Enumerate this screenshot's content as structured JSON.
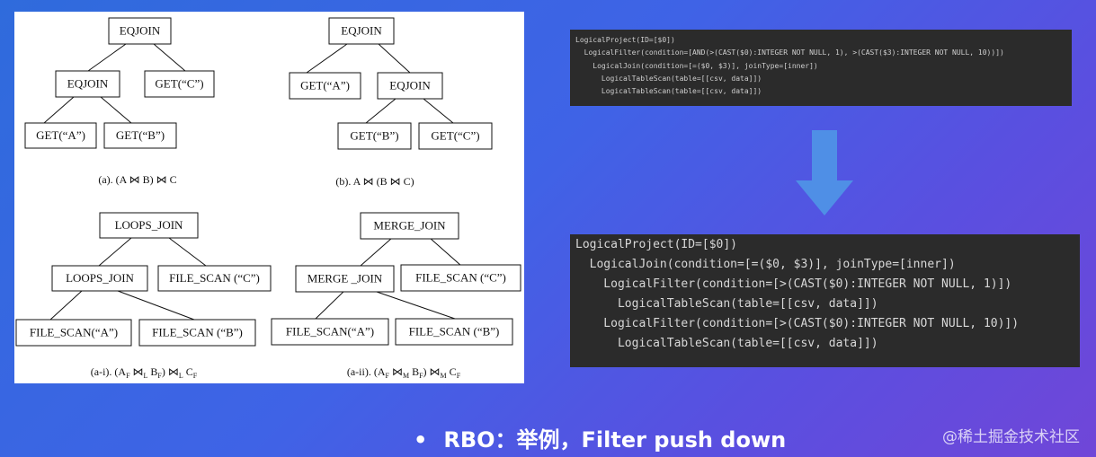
{
  "trees": {
    "a": {
      "root": "EQJOIN",
      "mid": "EQJOIN",
      "c": "GET(“C”)",
      "leaf_a": "GET(“A”)",
      "leaf_b": "GET(“B”)",
      "caption": "(a). (A ⋈ B) ⋈ C"
    },
    "b": {
      "root": "EQJOIN",
      "a": "GET(“A”)",
      "mid": "EQJOIN",
      "leaf_b": "GET(“B”)",
      "leaf_c": "GET(“C”)",
      "caption": "(b). A ⋈ (B ⋈ C)"
    },
    "ai": {
      "root": "LOOPS_JOIN",
      "mid": "LOOPS_JOIN",
      "c": "FILE_SCAN (“C”)",
      "leaf_a": "FILE_SCAN(“A”)",
      "leaf_b": "FILE_SCAN (“B”)",
      "caption": "(a-i). (A",
      "cap_sub1": "F",
      "cap_t1": " ⋈",
      "cap_sub2": "L",
      "cap_t2": " B",
      "cap_sub3": "F",
      "cap_t3": ") ⋈",
      "cap_sub4": "L",
      "cap_t4": " C",
      "cap_sub5": "F"
    },
    "aii": {
      "root": "MERGE_JOIN",
      "mid": "MERGE _JOIN",
      "c": "FILE_SCAN (“C”)",
      "leaf_a": "FILE_SCAN(“A”)",
      "leaf_b": "FILE_SCAN (“B”)",
      "caption": "(a-ii). (A",
      "cap_sub1": "F",
      "cap_t1": " ⋈",
      "cap_sub2": "M",
      "cap_t2": " B",
      "cap_sub3": "F",
      "cap_t3": ") ⋈",
      "cap_sub4": "M",
      "cap_t4": " C",
      "cap_sub5": "F"
    }
  },
  "code_before": [
    "LogicalProject(ID=[$0])",
    "  LogicalFilter(condition=[AND(>(CAST($0):INTEGER NOT NULL, 1), >(CAST($3):INTEGER NOT NULL, 10))])",
    "    LogicalJoin(condition=[=($0, $3)], joinType=[inner])",
    "      LogicalTableScan(table=[[csv, data]])",
    "      LogicalTableScan(table=[[csv, data]])"
  ],
  "code_after": [
    "LogicalProject(ID=[$0])",
    "  LogicalJoin(condition=[=($0, $3)], joinType=[inner])",
    "    LogicalFilter(condition=[>(CAST($0):INTEGER NOT NULL, 1)])",
    "      LogicalTableScan(table=[[csv, data]])",
    "    LogicalFilter(condition=[>(CAST($0):INTEGER NOT NULL, 10)])",
    "      LogicalTableScan(table=[[csv, data]])"
  ],
  "bullet": {
    "dot": "•",
    "text": "RBO：举例，Filter push down"
  },
  "watermark": "@稀土掘金技术社区",
  "colors": {
    "arrow": "#4f8fe6",
    "code_bg": "#2b2b2b"
  }
}
